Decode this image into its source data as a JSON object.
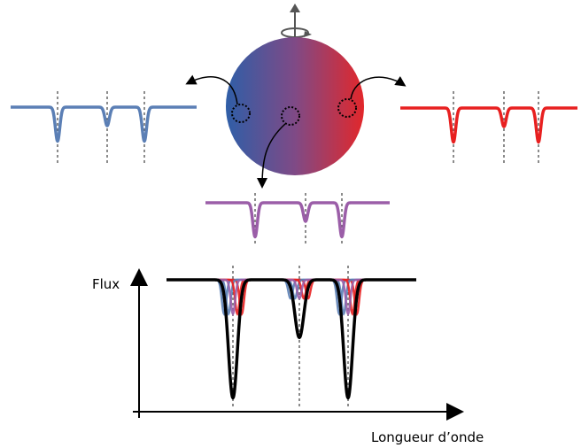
{
  "labels": {
    "y_axis": "Flux",
    "x_axis": "Longueur d’onde"
  },
  "colors": {
    "approaching": "#5b7fb5",
    "receding": "#e82020",
    "center": "#9b5ea8",
    "combined": "#000000",
    "sphere_left": "#2e5fa8",
    "sphere_right": "#e0282c",
    "rotation_axis": "#555555"
  },
  "line_depths": [
    0.55,
    0.3,
    0.55
  ],
  "combined_depths": [
    0.92,
    0.45,
    0.92
  ]
}
